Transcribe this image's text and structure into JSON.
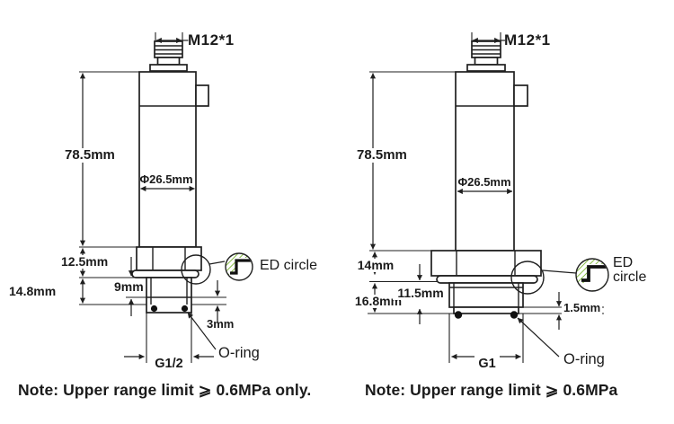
{
  "colors": {
    "line": "#1f1f1f",
    "ed_green": "#82b93d"
  },
  "left": {
    "connector_label": "M12*1",
    "height_label": "78.5mm",
    "diameter_label": "Φ26.5mm",
    "hex_height_label": "12.5mm",
    "lower_height_label": "14.8mm",
    "thread_length_label": "9mm",
    "oring_offset_label": "3mm",
    "thread_label": "G1/2",
    "ed_label": "ED circle",
    "oring_label": "O-ring",
    "note": "Note: Upper range limit ⩾ 0.6MPa only."
  },
  "right": {
    "connector_label": "M12*1",
    "height_label": "78.5mm",
    "diameter_label": "Φ26.5mm",
    "hex_height_label": "14mm",
    "lower_height_label": "16.8mm",
    "thread_length_label": "11.5mm",
    "oring_offset_label": "1.5mm",
    "thread_label": "G1",
    "ed_label_line1": "ED",
    "ed_label_line2": "circle",
    "oring_label": "O-ring",
    "note": "Note: Upper range limit ⩾ 0.6MPa"
  }
}
